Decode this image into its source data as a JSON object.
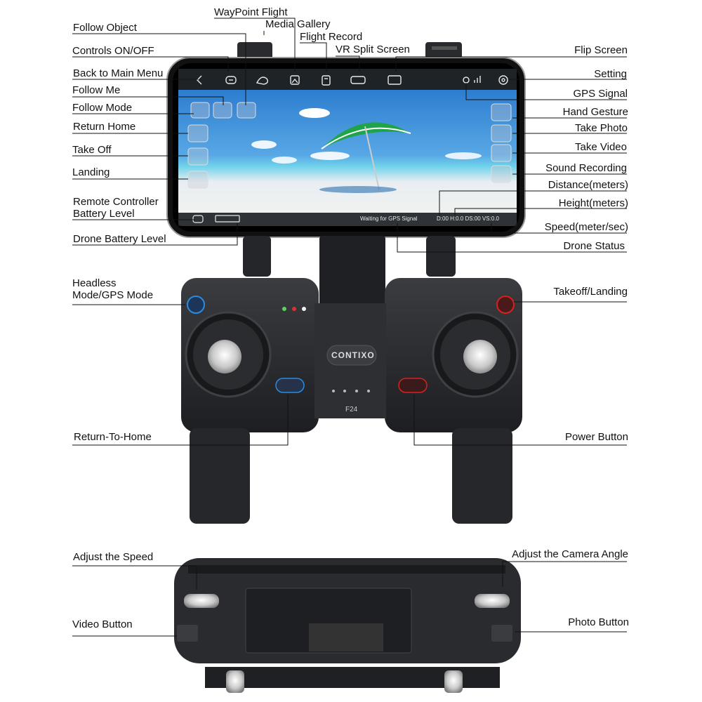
{
  "labels": {
    "waypoint_flight": "WayPoint Flight",
    "media_gallery": "Media Gallery",
    "flight_record": "Flight Record",
    "vr_split_screen": "VR Split Screen",
    "follow_object": "Follow Object",
    "controls_on_off": "Controls ON/OFF",
    "back_to_main_menu": "Back to Main Menu",
    "follow_me": "Follow Me",
    "follow_mode": "Follow Mode",
    "return_home": "Return Home",
    "take_off": "Take Off",
    "landing": "Landing",
    "remote_battery_1": "Remote Controller",
    "remote_battery_2": "Battery Level",
    "drone_battery_level": "Drone Battery Level",
    "flip_screen": "Flip Screen",
    "setting": "Setting",
    "gps_signal": "GPS Signal",
    "hand_gesture": "Hand Gesture",
    "take_photo": "Take Photo",
    "take_video": "Take Video",
    "sound_recording": "Sound Recording",
    "distance": "Distance(meters)",
    "height": "Height(meters)",
    "speed": "Speed(meter/sec)",
    "drone_status": "Drone Status",
    "headless_1": "Headless",
    "headless_2": "Mode/GPS Mode",
    "takeoff_landing": "Takeoff/Landing",
    "return_to_home": "Return-To-Home",
    "power_button": "Power Button",
    "adjust_speed": "Adjust the Speed",
    "adjust_camera": "Adjust the Camera Angle",
    "video_button": "Video Button",
    "photo_button": "Photo Button"
  },
  "screen": {
    "gps_status": "Waiting for GPS Signal",
    "telemetry": "D:00  H:0.0  DS:00  VS:0.0"
  },
  "device": {
    "brand": "CONTIXO",
    "model": "F24"
  },
  "colors": {
    "body": "#2b2d30",
    "screen_bar": "#1e2328",
    "sky": "#2f86d8",
    "sea": "#58c6e6",
    "sand": "#eef0f2",
    "headless_led": "#2a8be0",
    "power_led": "#d92020"
  }
}
